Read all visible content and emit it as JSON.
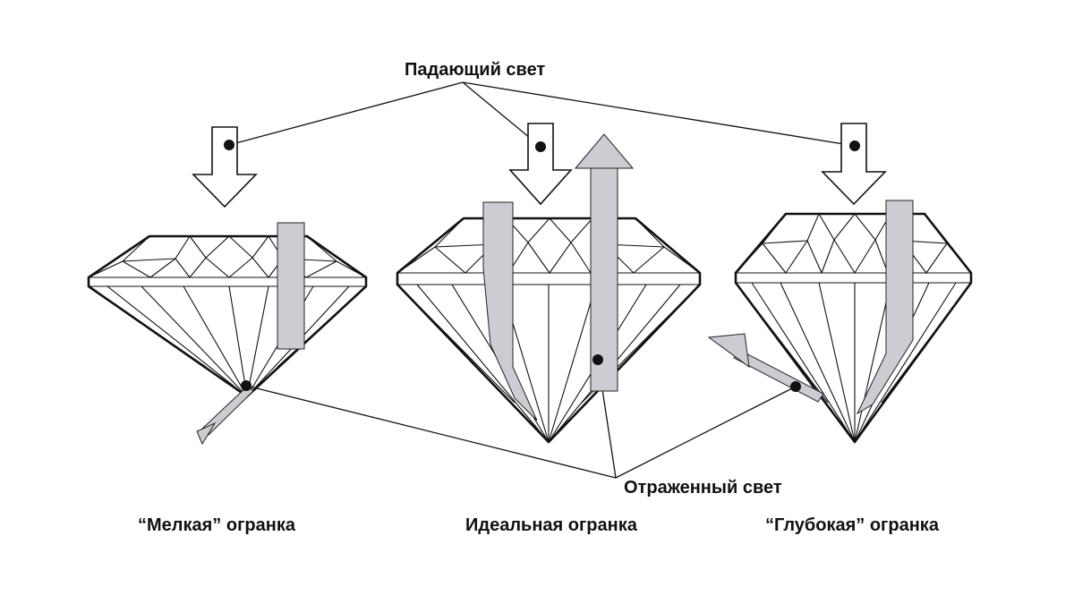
{
  "labels": {
    "incident_light": "Падающий свет",
    "reflected_light": "Отраженный свет"
  },
  "cuts": [
    {
      "label": "“Мелкая” огранка"
    },
    {
      "label": "Идеальная огранка"
    },
    {
      "label": "“Глубокая” огранка"
    }
  ],
  "colors": {
    "beam_fill": "#cdccd2",
    "line": "#111111",
    "background": "#ffffff"
  }
}
